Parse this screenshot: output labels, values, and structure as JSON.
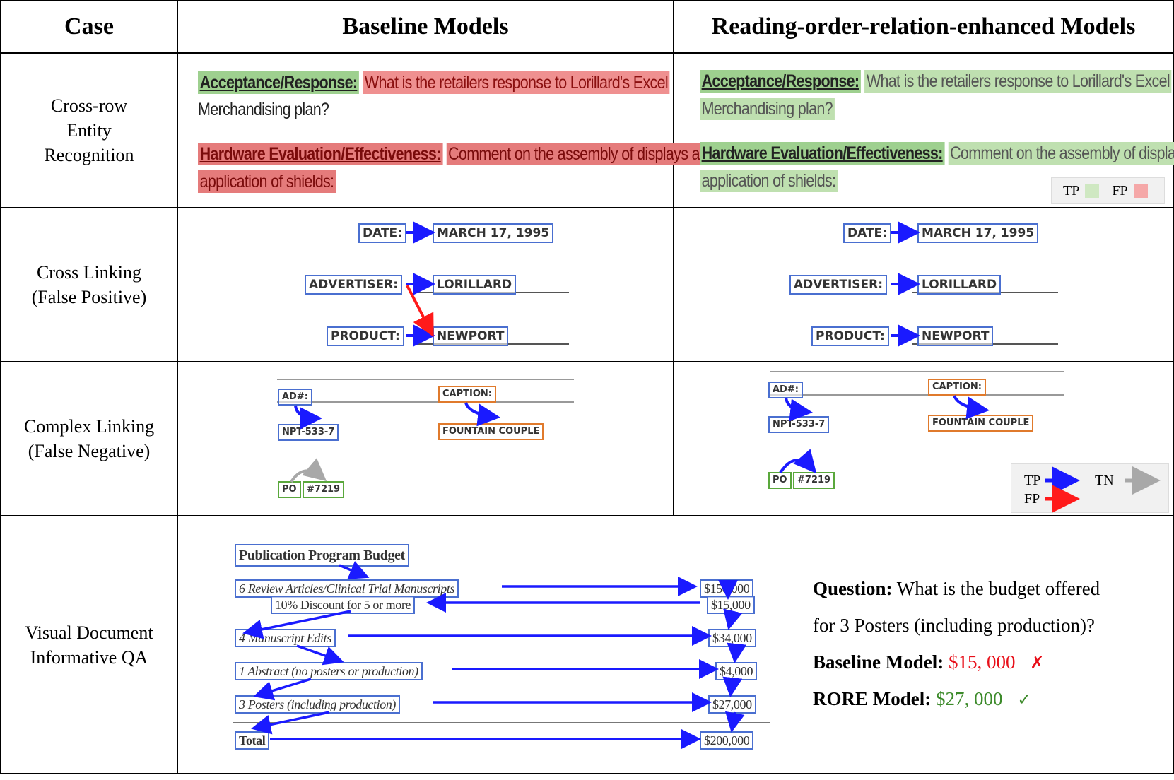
{
  "headers": {
    "case": "Case",
    "baseline": "Baseline Models",
    "enhanced": "Reading-order-relation-enhanced Models"
  },
  "rows": [
    {
      "case": "Cross-row\nEntity\nRecognition"
    },
    {
      "case": "Cross Linking\n(False Positive)"
    },
    {
      "case": "Complex Linking\n(False Negative)"
    },
    {
      "case": "Visual Document\nInformative QA"
    }
  ],
  "entity": {
    "r1_label": "Acceptance/Response:",
    "r1_text_a": "What is the retailers response to Lorillard's Excel",
    "r1_text_b": "Merchandising plan?",
    "r2_label": "Hardware Evaluation/Effectiveness:",
    "r2_text_a": "Comment on the assembly of displays and",
    "r2_text_b": "application of shields:",
    "legend_tp": "TP",
    "legend_fp": "FP",
    "colors": {
      "tp": "#bfe0b0",
      "fp": "#ef9090"
    }
  },
  "cross": {
    "date_key": "DATE:",
    "date_val": "MARCH 17, 1995",
    "adv_key": "ADVERTISER:",
    "adv_val": "LORILLARD",
    "prod_key": "PRODUCT:",
    "prod_val": "NEWPORT"
  },
  "complex": {
    "ad_key": "AD#:",
    "ad_val": "NPT-533-7",
    "cap_key": "CAPTION:",
    "cap_val": "FOUNTAIN COUPLE",
    "po_key": "PO",
    "po_val": "#7219",
    "legend_tp": "TP",
    "legend_tn": "TN",
    "legend_fp": "FP",
    "colors": {
      "tp": "#1a1aff",
      "fp": "#ff1a1a",
      "tn": "#a8a8a8"
    }
  },
  "qa": {
    "title": "Publication Program Budget",
    "items": [
      "6 Review Articles/Clinical Trial Manuscripts",
      "10% Discount for 5 or more",
      "4 Manuscript Edits",
      "1 Abstract (no posters or production)",
      "3 Posters (including production)",
      "Total"
    ],
    "values": [
      "$150,000",
      "$15,000",
      "$34,000",
      "$4,000",
      "$27,000",
      "$200,000"
    ],
    "question_label": "Question:",
    "question_text_a": "What is the budget offered",
    "question_text_b": "for 3 Posters (including production)?",
    "baseline_label": "Baseline Model:",
    "baseline_answer": "$15, 000",
    "baseline_mark": "✗",
    "rore_label": "RORE Model:",
    "rore_answer": "$27, 000",
    "rore_mark": "✓",
    "colors": {
      "wrong": "#e8101a",
      "right": "#3c8a2a"
    }
  }
}
